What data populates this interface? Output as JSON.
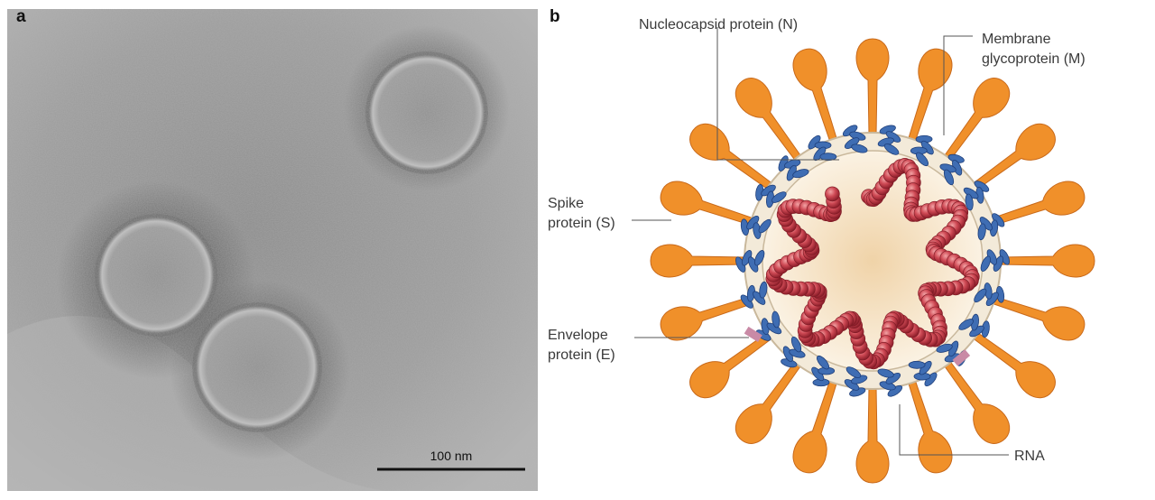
{
  "panel_a": {
    "letter": "a",
    "scale_bar_label": "100 nm"
  },
  "panel_b": {
    "letter": "b",
    "labels": {
      "nucleocapsid": "Nucleocapsid protein (N)",
      "membrane_line1": "Membrane",
      "membrane_line2": "glycoprotein (M)",
      "spike_line1": "Spike",
      "spike_line2": "protein (S)",
      "envelope_line1": "Envelope",
      "envelope_line2": "protein (E)",
      "rna": "RNA"
    },
    "colors": {
      "spike": "#f0902a",
      "envelope_band": "#f1e8d8",
      "membrane_protein": "#3f6db3",
      "envelope_protein": "#c98aa6",
      "nucleocapsid": "#c9404a",
      "core": "#efd8b6"
    }
  }
}
